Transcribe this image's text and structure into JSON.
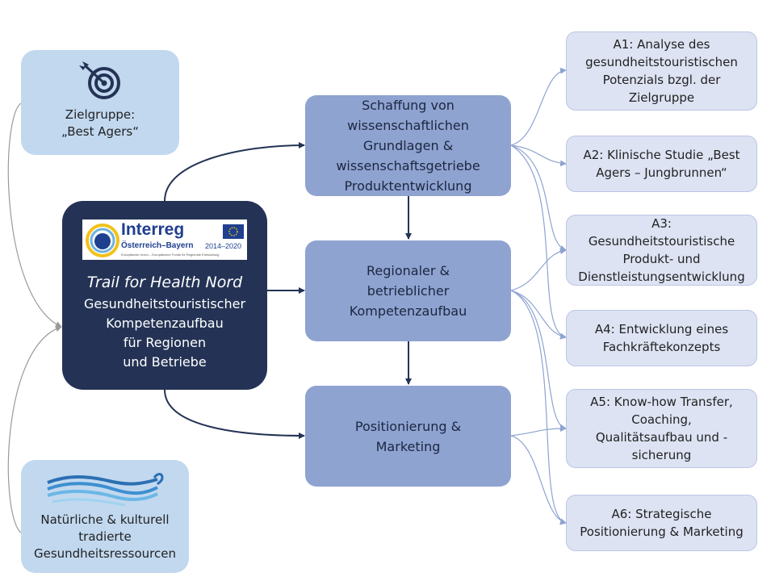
{
  "colors": {
    "center_fill": "#243355",
    "main_fill": "#8fa3d1",
    "activity_fill": "#dde3f3",
    "side_fill": "#c1d8ef",
    "arrow_dark": "#243355",
    "arrow_light": "#8fa3d1",
    "arrow_gray": "#9a9a9a"
  },
  "target_group": {
    "icon": "target-arrow-icon",
    "lines": [
      "Zielgruppe:",
      "„Best Agers“"
    ]
  },
  "resources": {
    "icon": "water-waves-icon",
    "lines": [
      "Natürliche & kulturell",
      "tradierte",
      "Gesundheitsressourcen"
    ]
  },
  "center": {
    "logo": {
      "title": "Interreg",
      "region": "Österreich–Bayern",
      "years": "2014–2020",
      "footnote": "Europäische Union – Europäischer Fonds für Regionale Entwicklung"
    },
    "title": "Trail for Health Nord",
    "lines": [
      "Gesundheitstouristischer",
      "Kompetenzaufbau",
      "für Regionen",
      "und Betriebe"
    ]
  },
  "pillars": [
    {
      "lines": [
        "Schaffung  von",
        "wissenschaftlichen",
        "Grundlagen  &",
        "wissenschaftsgetriebe",
        "Produktentwicklung"
      ]
    },
    {
      "lines": [
        "Regionaler &",
        "betrieblicher",
        "Kompetenzaufbau"
      ]
    },
    {
      "lines": [
        "Positionierung &",
        "Marketing"
      ]
    }
  ],
  "activities": [
    {
      "lines": [
        "A1: Analyse des",
        "gesundheitstouristischen",
        "Potenzials bzgl. der",
        "Zielgruppe"
      ]
    },
    {
      "lines": [
        "A2: Klinische Studie „Best",
        "Agers – Jungbrunnen“"
      ]
    },
    {
      "lines": [
        "A3:",
        "Gesundheitstouristische",
        "Produkt- und",
        "Dienstleistungsentwicklung"
      ]
    },
    {
      "lines": [
        "A4: Entwicklung eines",
        "Fachkräftekonzepts"
      ]
    },
    {
      "lines": [
        "A5: Know-how Transfer,",
        "Coaching,",
        "Qualitätsaufbau und -",
        "sicherung"
      ]
    },
    {
      "lines": [
        "A6: Strategische",
        "Positionierung & Marketing"
      ]
    }
  ]
}
